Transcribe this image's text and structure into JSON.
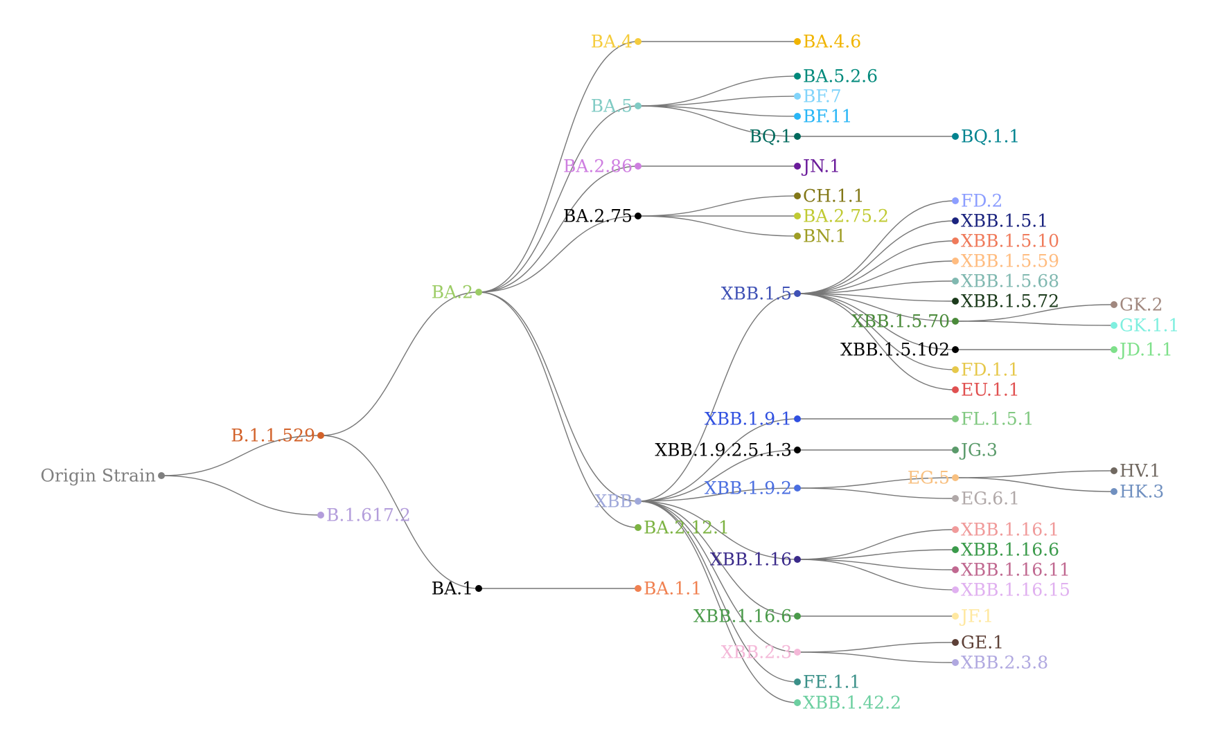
{
  "edge_color": "#777777",
  "nodes": [
    {
      "id": "origin",
      "label": "Origin Strain",
      "color": "#7f7f7f",
      "parent": null
    },
    {
      "id": "b11529",
      "label": "B.1.1.529",
      "color": "#d2622a",
      "parent": "origin"
    },
    {
      "id": "b16172",
      "label": "B.1.617.2",
      "color": "#b39ddb",
      "parent": "origin"
    },
    {
      "id": "ba2",
      "label": "BA.2",
      "color": "#9ccc65",
      "parent": "b11529"
    },
    {
      "id": "ba1",
      "label": "BA.1",
      "color": "#000000",
      "parent": "b11529"
    },
    {
      "id": "ba4",
      "label": "BA.4",
      "color": "#f5cc3c",
      "parent": "ba2"
    },
    {
      "id": "ba5",
      "label": "BA.5",
      "color": "#80cbc4",
      "parent": "ba2"
    },
    {
      "id": "ba286",
      "label": "BA.2.86",
      "color": "#ce7ee0",
      "parent": "ba2"
    },
    {
      "id": "ba275",
      "label": "BA.2.75",
      "color": "#000000",
      "parent": "ba2"
    },
    {
      "id": "xbb",
      "label": "XBB",
      "color": "#9fa8da",
      "parent": "ba2"
    },
    {
      "id": "ba2121",
      "label": "BA.2.12.1",
      "color": "#7cb342",
      "parent": "ba2"
    },
    {
      "id": "ba11",
      "label": "BA.1.1",
      "color": "#f08050",
      "parent": "ba1"
    },
    {
      "id": "ba46",
      "label": "BA.4.6",
      "color": "#f0b400",
      "parent": "ba4"
    },
    {
      "id": "ba526",
      "label": "BA.5.2.6",
      "color": "#00897b",
      "parent": "ba5"
    },
    {
      "id": "bf7",
      "label": "BF.7",
      "color": "#81d4fa",
      "parent": "ba5"
    },
    {
      "id": "bf11",
      "label": "BF.11",
      "color": "#29b6f6",
      "parent": "ba5"
    },
    {
      "id": "bq1",
      "label": "BQ.1",
      "color": "#00695c",
      "parent": "ba5"
    },
    {
      "id": "bq11",
      "label": "BQ.1.1",
      "color": "#00838f",
      "parent": "bq1"
    },
    {
      "id": "jn1",
      "label": "JN.1",
      "color": "#6a1b9a",
      "parent": "ba286"
    },
    {
      "id": "ch11",
      "label": "CH.1.1",
      "color": "#827717",
      "parent": "ba275"
    },
    {
      "id": "ba2752",
      "label": "BA.2.75.2",
      "color": "#c0ca33",
      "parent": "ba275"
    },
    {
      "id": "bn1",
      "label": "BN.1",
      "color": "#9e9d24",
      "parent": "ba275"
    },
    {
      "id": "xbb15",
      "label": "XBB.1.5",
      "color": "#3f51b5",
      "parent": "xbb"
    },
    {
      "id": "xbb191",
      "label": "XBB.1.9.1",
      "color": "#3050e0",
      "parent": "xbb"
    },
    {
      "id": "xbb192513",
      "label": "XBB.1.9.2.5.1.3",
      "color": "#000000",
      "parent": "xbb"
    },
    {
      "id": "xbb192",
      "label": "XBB.1.9.2",
      "color": "#4a6ee0",
      "parent": "xbb"
    },
    {
      "id": "xbb116",
      "label": "XBB.1.16",
      "color": "#3a2a8a",
      "parent": "xbb"
    },
    {
      "id": "xbb1166a",
      "label": "XBB.1.16.6",
      "color": "#4a9a4a",
      "parent": "xbb"
    },
    {
      "id": "xbb23",
      "label": "XBB.2.3",
      "color": "#f4b8d8",
      "parent": "xbb"
    },
    {
      "id": "fe11",
      "label": "FE.1.1",
      "color": "#3a9088",
      "parent": "xbb"
    },
    {
      "id": "xbb1422",
      "label": "XBB.1.42.2",
      "color": "#6ccfa0",
      "parent": "xbb"
    },
    {
      "id": "fd2",
      "label": "FD.2",
      "color": "#8c9eff",
      "parent": "xbb15"
    },
    {
      "id": "xbb151",
      "label": "XBB.1.5.1",
      "color": "#1a237e",
      "parent": "xbb15"
    },
    {
      "id": "xbb1510",
      "label": "XBB.1.5.10",
      "color": "#ef7a5a",
      "parent": "xbb15"
    },
    {
      "id": "xbb1559",
      "label": "XBB.1.5.59",
      "color": "#ffbc80",
      "parent": "xbb15"
    },
    {
      "id": "xbb1568",
      "label": "XBB.1.5.68",
      "color": "#80b8b0",
      "parent": "xbb15"
    },
    {
      "id": "xbb1572",
      "label": "XBB.1.5.72",
      "color": "#1b3a1b",
      "parent": "xbb15"
    },
    {
      "id": "xbb1570",
      "label": "XBB.1.5.70",
      "color": "#4a8a3a",
      "parent": "xbb15"
    },
    {
      "id": "xbb15102",
      "label": "XBB.1.5.102",
      "color": "#000000",
      "parent": "xbb15"
    },
    {
      "id": "fd11",
      "label": "FD.1.1",
      "color": "#e6c84a",
      "parent": "xbb15"
    },
    {
      "id": "eu11",
      "label": "EU.1.1",
      "color": "#e05050",
      "parent": "xbb15"
    },
    {
      "id": "gk2",
      "label": "GK.2",
      "color": "#a1887f",
      "parent": "xbb1570"
    },
    {
      "id": "gk11",
      "label": "GK.1.1",
      "color": "#7fefdf",
      "parent": "xbb1570"
    },
    {
      "id": "jd11",
      "label": "JD.1.1",
      "color": "#7ee08a",
      "parent": "xbb15102"
    },
    {
      "id": "fl151",
      "label": "FL.1.5.1",
      "color": "#80c880",
      "parent": "xbb191"
    },
    {
      "id": "jg3",
      "label": "JG.3",
      "color": "#5a9a6a",
      "parent": "xbb192513"
    },
    {
      "id": "eg5",
      "label": "EG.5",
      "color": "#f8c080",
      "parent": "xbb192"
    },
    {
      "id": "eg61",
      "label": "EG.6.1",
      "color": "#b0a8a8",
      "parent": "xbb192"
    },
    {
      "id": "hv1",
      "label": "HV.1",
      "color": "#706860",
      "parent": "eg5"
    },
    {
      "id": "hk3",
      "label": "HK.3",
      "color": "#7090c0",
      "parent": "eg5"
    },
    {
      "id": "xbb1161",
      "label": "XBB.1.16.1",
      "color": "#f09a9a",
      "parent": "xbb116"
    },
    {
      "id": "xbb1166",
      "label": "XBB.1.16.6",
      "color": "#3a9a4a",
      "parent": "xbb116"
    },
    {
      "id": "xbb11611",
      "label": "XBB.1.16.11",
      "color": "#c06890",
      "parent": "xbb116"
    },
    {
      "id": "xbb11615",
      "label": "XBB.1.16.15",
      "color": "#e0b0f0",
      "parent": "xbb116"
    },
    {
      "id": "jf1",
      "label": "JF.1",
      "color": "#ffe8a0",
      "parent": "xbb1166a"
    },
    {
      "id": "ge1",
      "label": "GE.1",
      "color": "#5d4037",
      "parent": "xbb23"
    },
    {
      "id": "xbb238",
      "label": "XBB.2.3.8",
      "color": "#b0a8e0",
      "parent": "xbb23"
    }
  ]
}
